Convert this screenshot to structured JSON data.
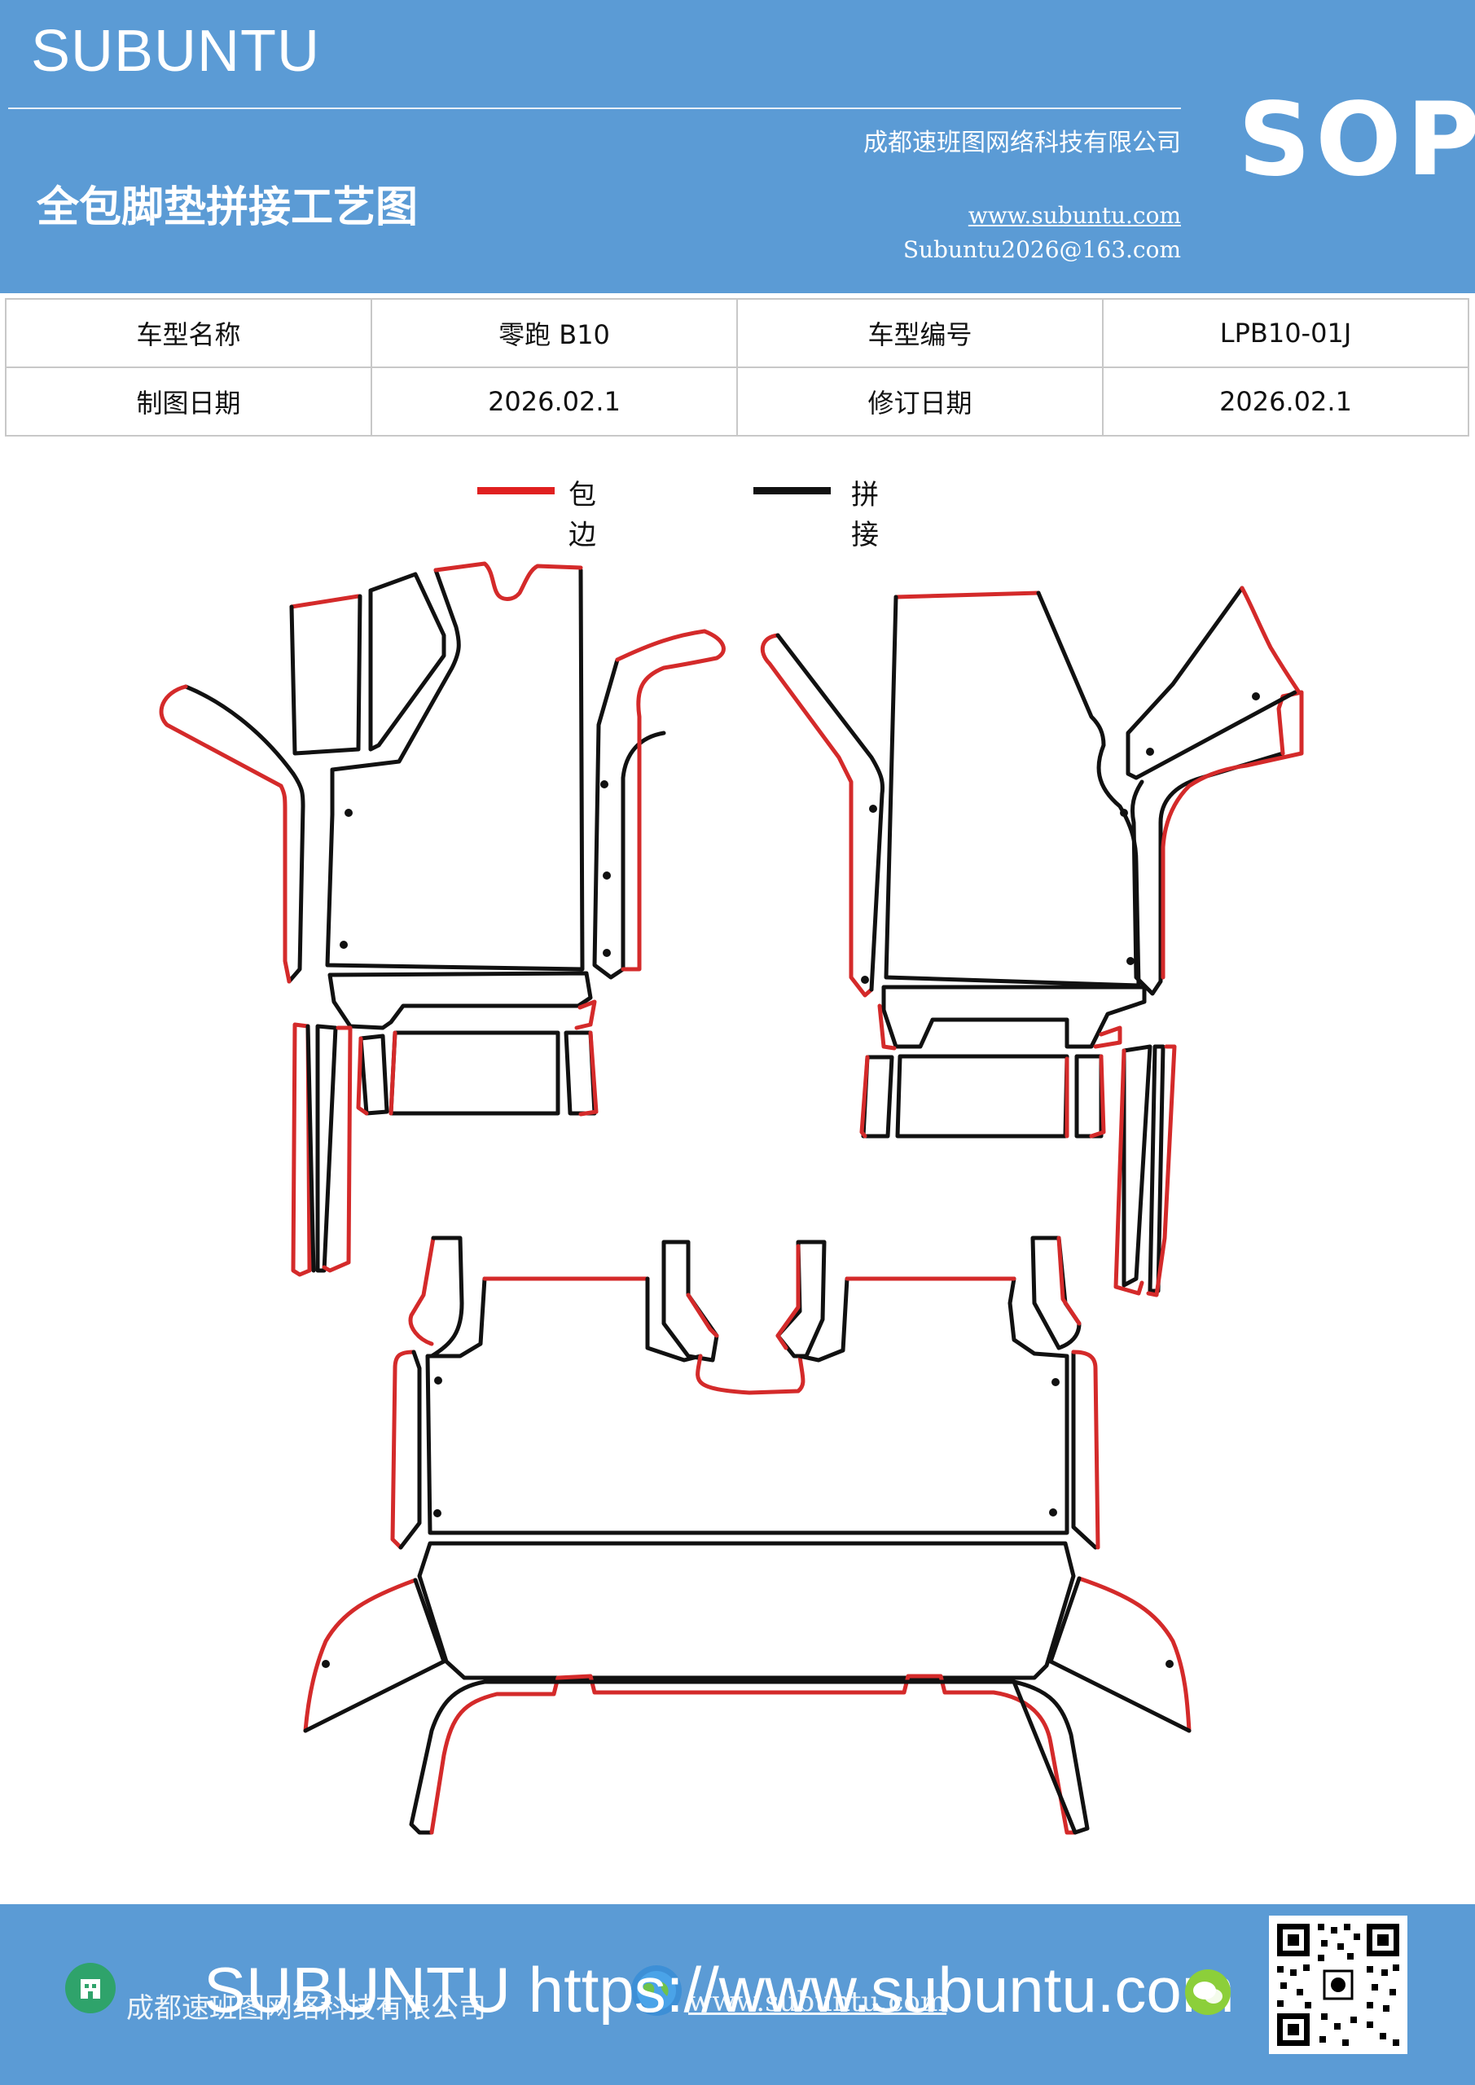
{
  "header": {
    "brand": "SUBUNTU",
    "company": "成都速班图网络科技有限公司",
    "title": "全包脚垫拼接工艺图",
    "website": "www.subuntu.com",
    "email": "Subuntu2026@163.com",
    "badge": "SOP"
  },
  "info_table": {
    "rows": [
      [
        {
          "label": "车型名称"
        },
        {
          "value": "零跑 B10"
        },
        {
          "label": "车型编号"
        },
        {
          "value": "LPB10-01J"
        }
      ],
      [
        {
          "label": "制图日期"
        },
        {
          "value": "2026.02.1"
        },
        {
          "label": "修订日期"
        },
        {
          "value": "2026.02.1"
        }
      ]
    ]
  },
  "legend": {
    "edge_label": "包边",
    "edge_color": "#e02020",
    "joint_label": "拼接",
    "joint_color": "#111111"
  },
  "footer": {
    "company": "成都速班图网络科技有限公司",
    "website": "www.subuntu.com",
    "overlay": "SUBUNTU https://www.subuntu.com",
    "qr_icon": "qr-code"
  }
}
